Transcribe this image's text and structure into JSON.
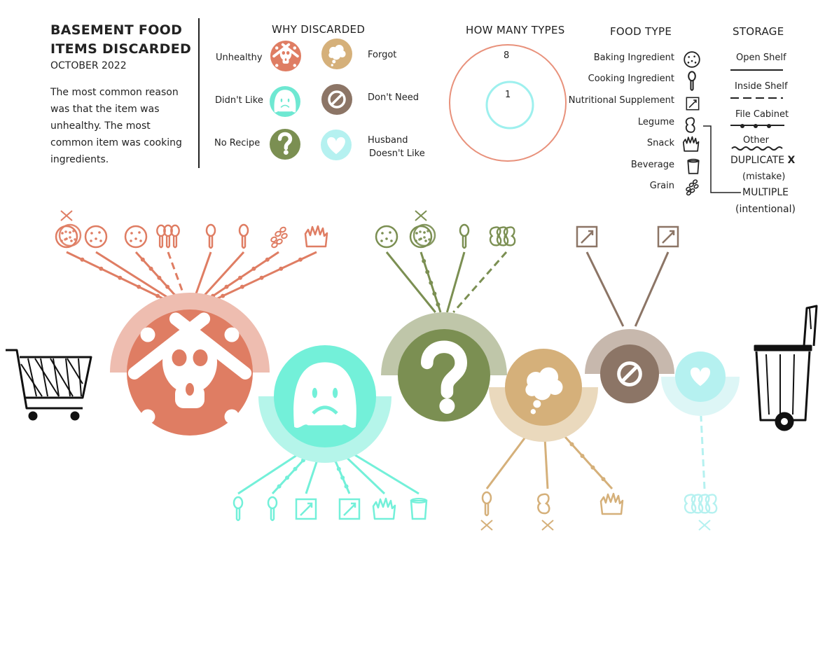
{
  "title_line1": "BASEMENT FOOD",
  "title_line2": "ITEMS DISCARDED",
  "date": "OCTOBER 2022",
  "summary": "The most common reason was that the item was unhealthy.  The most common item was cooking ingredients.",
  "legend_reasons": {
    "header": "WHY DISCARDED",
    "items": [
      {
        "label": "Unhealthy",
        "color": "#df7d63",
        "icon": "skull-icon"
      },
      {
        "label": "Forgot",
        "color": "#d5b07a",
        "icon": "thought-cloud-icon"
      },
      {
        "label": "Didn't Like",
        "color": "#6ee8d2",
        "icon": "sad-face-icon"
      },
      {
        "label": "Don't Need",
        "color": "#8c7566",
        "icon": "no-symbol-icon"
      },
      {
        "label": "No Recipe",
        "color": "#7b8f52",
        "icon": "question-mark-icon"
      },
      {
        "label": "Husband",
        "label2": "Doesn't Like",
        "color": "#b5f1f0",
        "icon": "heart-icon"
      }
    ]
  },
  "legend_count": {
    "header": "HOW MANY TYPES",
    "max": "8",
    "min": "1"
  },
  "legend_food": {
    "header": "FOOD TYPE",
    "items": [
      {
        "label": "Baking Ingredient",
        "icon": "cookie-icon"
      },
      {
        "label": "Cooking Ingredient",
        "icon": "spoon-icon"
      },
      {
        "label": "Nutritional Supplement",
        "icon": "supplement-box-icon"
      },
      {
        "label": "Legume",
        "icon": "bean-icon"
      },
      {
        "label": "Snack",
        "icon": "chips-icon"
      },
      {
        "label": "Beverage",
        "icon": "cup-icon"
      },
      {
        "label": "Grain",
        "icon": "grain-icon"
      }
    ]
  },
  "legend_storage": {
    "header": "STORAGE",
    "items": [
      {
        "label": "Open Shelf",
        "line": "solid"
      },
      {
        "label": "Inside Shelf",
        "line": "dashed"
      },
      {
        "label": "File Cabinet",
        "line": "dotted"
      },
      {
        "label": "Other",
        "line": "wavy"
      }
    ],
    "duplicate": "DUPLICATE",
    "duplicate_mark": "X",
    "duplicate_note": "(mistake)",
    "multiple": "MULTIPLE",
    "multiple_note": "(intentional)"
  },
  "groups": [
    {
      "reason": "Unhealthy",
      "color": "#df7d63",
      "light": "#eebdb0",
      "count": 8,
      "items": [
        "cookie-duplicate",
        "cookie",
        "cookie",
        "spoon-multiple",
        "spoon",
        "spoon",
        "grain",
        "snack"
      ]
    },
    {
      "reason": "Didn't Like",
      "color": "#73f0d9",
      "light": "#b5f5ea",
      "count": 6,
      "items": [
        "spoon",
        "spoon",
        "supplement",
        "supplement",
        "snack",
        "beverage"
      ]
    },
    {
      "reason": "No Recipe",
      "color": "#7b8f52",
      "light": "#bfc6a9",
      "count": 4,
      "items": [
        "cookie",
        "cookie-duplicate",
        "spoon",
        "legume-multiple"
      ]
    },
    {
      "reason": "Forgot",
      "color": "#d5b07a",
      "light": "#ead9bd",
      "count": 3,
      "items": [
        "spoon-duplicate",
        "legume-duplicate",
        "snack"
      ]
    },
    {
      "reason": "Don't Need",
      "color": "#8c7566",
      "light": "#c7b8ad",
      "count": 2,
      "items": [
        "supplement",
        "supplement"
      ]
    },
    {
      "reason": "Husband Doesn't Like",
      "color": "#b5f1f0",
      "light": "#ddf6f6",
      "count": 1,
      "items": [
        "legume-multiple-duplicate"
      ]
    }
  ]
}
